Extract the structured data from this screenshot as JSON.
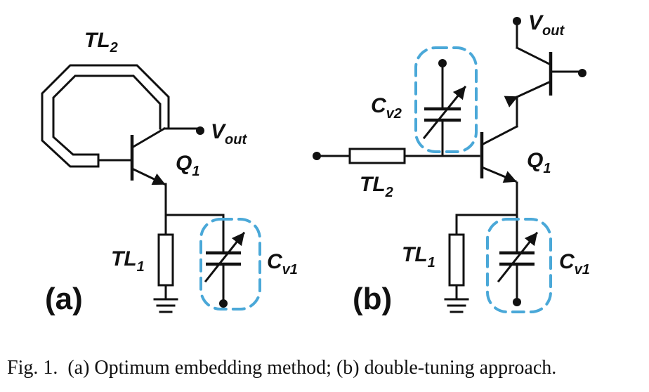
{
  "labels": {
    "tl2_a": {
      "base": "TL",
      "sub": "2"
    },
    "vout_a": {
      "base": "V",
      "sub": "out"
    },
    "q1_a": {
      "base": "Q",
      "sub": "1"
    },
    "tl1_a": {
      "base": "TL",
      "sub": "1"
    },
    "cv1_a": {
      "base": "C",
      "sub": "v1"
    },
    "panel_a": "(a)",
    "vout_b": {
      "base": "V",
      "sub": "out"
    },
    "cv2_b": {
      "base": "C",
      "sub": "v2"
    },
    "q1_b": {
      "base": "Q",
      "sub": "1"
    },
    "tl2_b": {
      "base": "TL",
      "sub": "2"
    },
    "tl1_b": {
      "base": "TL",
      "sub": "1"
    },
    "cv1_b": {
      "base": "C",
      "sub": "v1"
    },
    "panel_b": "(b)"
  },
  "caption": "Fig. 1.  (a) Optimum embedding method; (b) double-tuning approach.",
  "colors": {
    "wire": "#111111",
    "highlight_dash": "#4aa8d8"
  }
}
